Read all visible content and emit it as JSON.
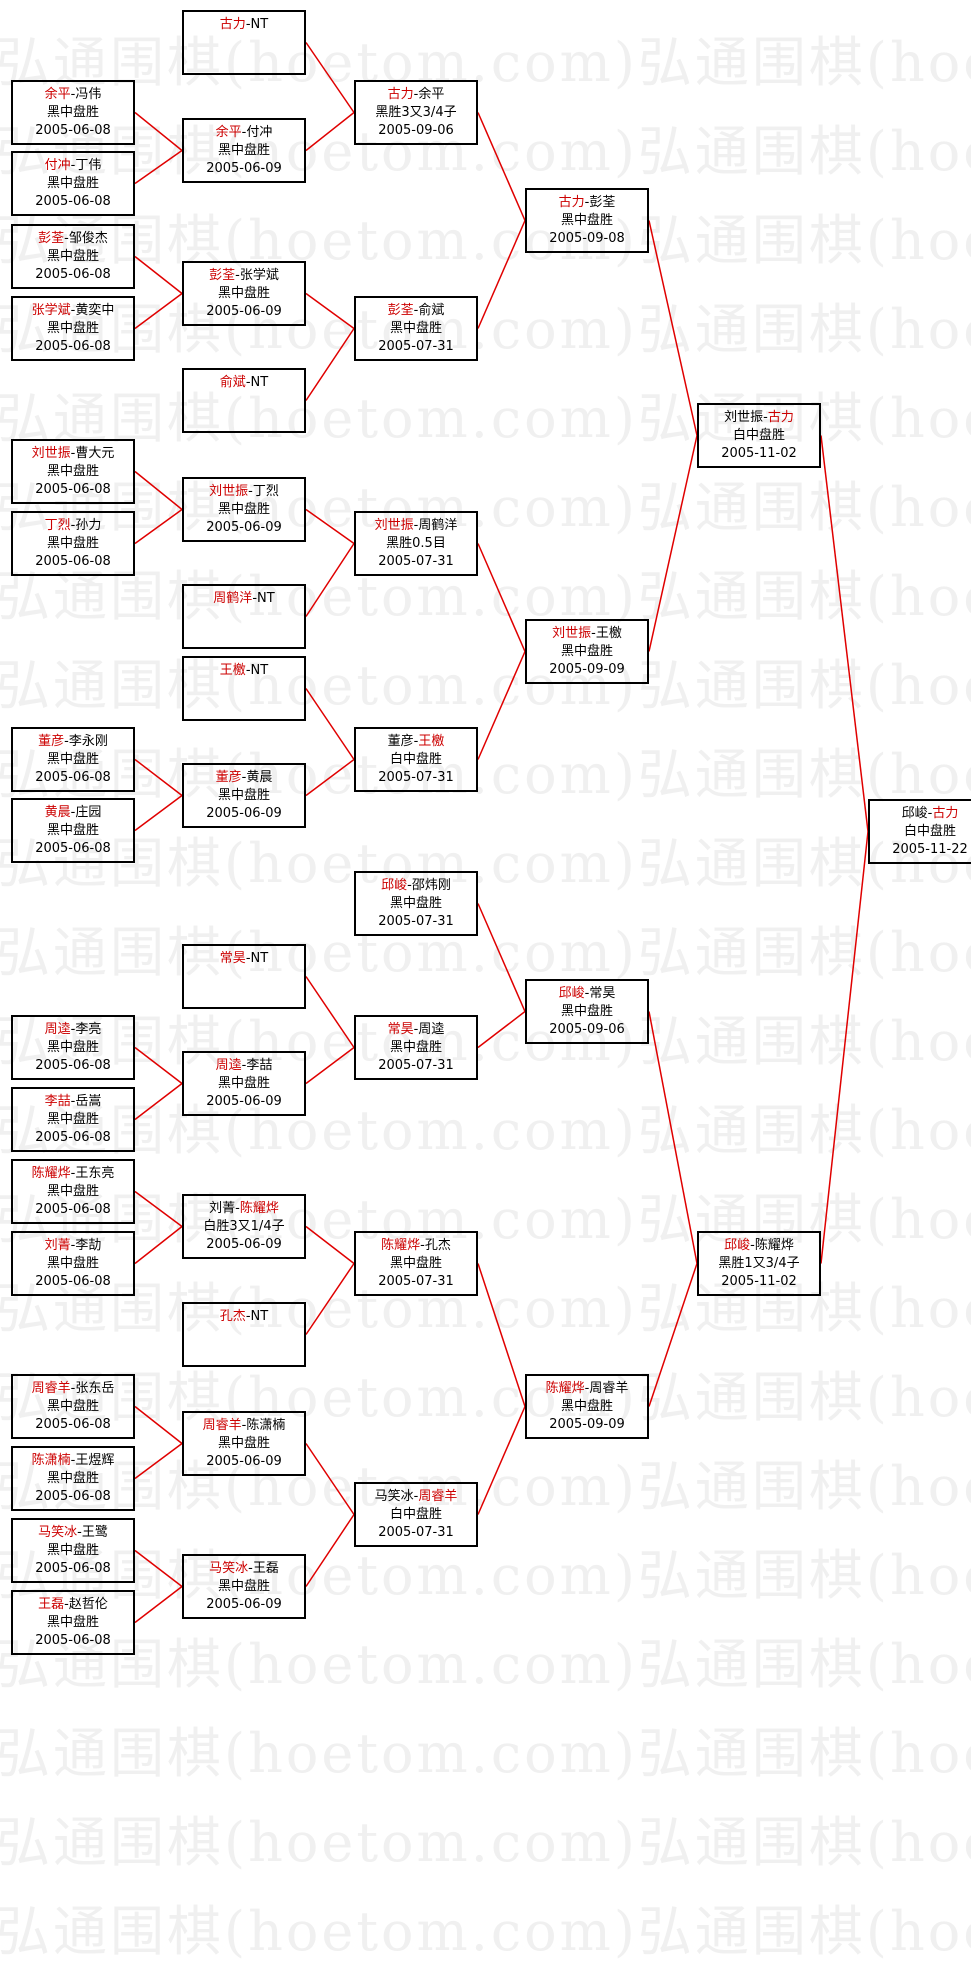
{
  "watermark": "弘通围棋(hoetom.com)",
  "colors": {
    "winner": "#cc0000",
    "line": "#e00000",
    "text": "#000000"
  },
  "matches": [
    {
      "id": "r0-1",
      "round": 0,
      "p1": "余平",
      "p2": "冯伟",
      "winner": 1,
      "result": "黑中盘胜",
      "date": "2005-06-08"
    },
    {
      "id": "r0-2",
      "round": 0,
      "p1": "付冲",
      "p2": "丁伟",
      "winner": 1,
      "result": "黑中盘胜",
      "date": "2005-06-08"
    },
    {
      "id": "r0-3",
      "round": 0,
      "p1": "彭荃",
      "p2": "邹俊杰",
      "winner": 1,
      "result": "黑中盘胜",
      "date": "2005-06-08"
    },
    {
      "id": "r0-4",
      "round": 0,
      "p1": "张学斌",
      "p2": "黄奕中",
      "winner": 1,
      "result": "黑中盘胜",
      "date": "2005-06-08"
    },
    {
      "id": "r0-5",
      "round": 0,
      "p1": "刘世振",
      "p2": "曹大元",
      "winner": 1,
      "result": "黑中盘胜",
      "date": "2005-06-08"
    },
    {
      "id": "r0-6",
      "round": 0,
      "p1": "丁烈",
      "p2": "孙力",
      "winner": 1,
      "result": "黑中盘胜",
      "date": "2005-06-08"
    },
    {
      "id": "r0-7",
      "round": 0,
      "p1": "董彦",
      "p2": "李永刚",
      "winner": 1,
      "result": "黑中盘胜",
      "date": "2005-06-08"
    },
    {
      "id": "r0-8",
      "round": 0,
      "p1": "黄晨",
      "p2": "庄园",
      "winner": 1,
      "result": "黑中盘胜",
      "date": "2005-06-08"
    },
    {
      "id": "r0-9",
      "round": 0,
      "p1": "周逵",
      "p2": "李亮",
      "winner": 1,
      "result": "黑中盘胜",
      "date": "2005-06-08"
    },
    {
      "id": "r0-10",
      "round": 0,
      "p1": "李喆",
      "p2": "岳嵩",
      "winner": 1,
      "result": "黑中盘胜",
      "date": "2005-06-08"
    },
    {
      "id": "r0-11",
      "round": 0,
      "p1": "陈耀烨",
      "p2": "王东亮",
      "winner": 1,
      "result": "黑中盘胜",
      "date": "2005-06-08"
    },
    {
      "id": "r0-12",
      "round": 0,
      "p1": "刘菁",
      "p2": "李劼",
      "winner": 1,
      "result": "黑中盘胜",
      "date": "2005-06-08"
    },
    {
      "id": "r0-13",
      "round": 0,
      "p1": "周睿羊",
      "p2": "张东岳",
      "winner": 1,
      "result": "黑中盘胜",
      "date": "2005-06-08"
    },
    {
      "id": "r0-14",
      "round": 0,
      "p1": "陈潇楠",
      "p2": "王煜辉",
      "winner": 1,
      "result": "黑中盘胜",
      "date": "2005-06-08"
    },
    {
      "id": "r0-15",
      "round": 0,
      "p1": "马笑冰",
      "p2": "王鹭",
      "winner": 1,
      "result": "黑中盘胜",
      "date": "2005-06-08"
    },
    {
      "id": "r0-16",
      "round": 0,
      "p1": "王磊",
      "p2": "赵哲伦",
      "winner": 1,
      "result": "黑中盘胜",
      "date": "2005-06-08"
    },
    {
      "id": "r1-1",
      "round": 1,
      "p1": "古力",
      "p2": "NT",
      "winner": 1,
      "result": "",
      "date": ""
    },
    {
      "id": "r1-2",
      "round": 1,
      "p1": "余平",
      "p2": "付冲",
      "winner": 1,
      "result": "黑中盘胜",
      "date": "2005-06-09"
    },
    {
      "id": "r1-3",
      "round": 1,
      "p1": "彭荃",
      "p2": "张学斌",
      "winner": 1,
      "result": "黑中盘胜",
      "date": "2005-06-09"
    },
    {
      "id": "r1-4",
      "round": 1,
      "p1": "俞斌",
      "p2": "NT",
      "winner": 1,
      "result": "",
      "date": ""
    },
    {
      "id": "r1-5",
      "round": 1,
      "p1": "刘世振",
      "p2": "丁烈",
      "winner": 1,
      "result": "黑中盘胜",
      "date": "2005-06-09"
    },
    {
      "id": "r1-6",
      "round": 1,
      "p1": "周鹤洋",
      "p2": "NT",
      "winner": 1,
      "result": "",
      "date": ""
    },
    {
      "id": "r1-7",
      "round": 1,
      "p1": "王檄",
      "p2": "NT",
      "winner": 1,
      "result": "",
      "date": ""
    },
    {
      "id": "r1-8",
      "round": 1,
      "p1": "董彦",
      "p2": "黄晨",
      "winner": 1,
      "result": "黑中盘胜",
      "date": "2005-06-09"
    },
    {
      "id": "r1-9",
      "round": 1,
      "p1": "常昊",
      "p2": "NT",
      "winner": 1,
      "result": "",
      "date": ""
    },
    {
      "id": "r1-10",
      "round": 1,
      "p1": "周逵",
      "p2": "李喆",
      "winner": 1,
      "result": "黑中盘胜",
      "date": "2005-06-09"
    },
    {
      "id": "r1-11",
      "round": 1,
      "p1": "刘菁",
      "p2": "陈耀烨",
      "winner": 2,
      "result": "白胜3又1/4子",
      "date": "2005-06-09"
    },
    {
      "id": "r1-12",
      "round": 1,
      "p1": "孔杰",
      "p2": "NT",
      "winner": 1,
      "result": "",
      "date": ""
    },
    {
      "id": "r1-13",
      "round": 1,
      "p1": "周睿羊",
      "p2": "陈潇楠",
      "winner": 1,
      "result": "黑中盘胜",
      "date": "2005-06-09"
    },
    {
      "id": "r1-14",
      "round": 1,
      "p1": "马笑冰",
      "p2": "王磊",
      "winner": 1,
      "result": "黑中盘胜",
      "date": "2005-06-09"
    },
    {
      "id": "r2-1",
      "round": 2,
      "p1": "古力",
      "p2": "余平",
      "winner": 1,
      "result": "黑胜3又3/4子",
      "date": "2005-09-06"
    },
    {
      "id": "r2-2",
      "round": 2,
      "p1": "彭荃",
      "p2": "俞斌",
      "winner": 1,
      "result": "黑中盘胜",
      "date": "2005-07-31"
    },
    {
      "id": "r2-3",
      "round": 2,
      "p1": "刘世振",
      "p2": "周鹤洋",
      "winner": 1,
      "result": "黑胜0.5目",
      "date": "2005-07-31"
    },
    {
      "id": "r2-4",
      "round": 2,
      "p1": "董彦",
      "p2": "王檄",
      "winner": 2,
      "result": "白中盘胜",
      "date": "2005-07-31"
    },
    {
      "id": "r2-5",
      "round": 2,
      "p1": "邱峻",
      "p2": "邵炜刚",
      "winner": 1,
      "result": "黑中盘胜",
      "date": "2005-07-31"
    },
    {
      "id": "r2-6",
      "round": 2,
      "p1": "常昊",
      "p2": "周逵",
      "winner": 1,
      "result": "黑中盘胜",
      "date": "2005-07-31"
    },
    {
      "id": "r2-7",
      "round": 2,
      "p1": "陈耀烨",
      "p2": "孔杰",
      "winner": 1,
      "result": "黑中盘胜",
      "date": "2005-07-31"
    },
    {
      "id": "r2-8",
      "round": 2,
      "p1": "马笑冰",
      "p2": "周睿羊",
      "winner": 2,
      "result": "白中盘胜",
      "date": "2005-07-31"
    },
    {
      "id": "r3-1",
      "round": 3,
      "p1": "古力",
      "p2": "彭荃",
      "winner": 1,
      "result": "黑中盘胜",
      "date": "2005-09-08"
    },
    {
      "id": "r3-2",
      "round": 3,
      "p1": "刘世振",
      "p2": "王檄",
      "winner": 1,
      "result": "黑中盘胜",
      "date": "2005-09-09"
    },
    {
      "id": "r3-3",
      "round": 3,
      "p1": "邱峻",
      "p2": "常昊",
      "winner": 1,
      "result": "黑中盘胜",
      "date": "2005-09-06"
    },
    {
      "id": "r3-4",
      "round": 3,
      "p1": "陈耀烨",
      "p2": "周睿羊",
      "winner": 1,
      "result": "黑中盘胜",
      "date": "2005-09-09"
    },
    {
      "id": "r4-1",
      "round": 4,
      "p1": "刘世振",
      "p2": "古力",
      "winner": 2,
      "result": "白中盘胜",
      "date": "2005-11-02"
    },
    {
      "id": "r4-2",
      "round": 4,
      "p1": "邱峻",
      "p2": "陈耀烨",
      "winner": 1,
      "result": "黑胜1又3/4子",
      "date": "2005-11-02"
    },
    {
      "id": "r5-1",
      "round": 5,
      "p1": "邱峻",
      "p2": "古力",
      "winner": 2,
      "result": "白中盘胜",
      "date": "2005-11-22"
    }
  ],
  "connections": [
    [
      "r0-1",
      "r1-2"
    ],
    [
      "r0-2",
      "r1-2"
    ],
    [
      "r0-3",
      "r1-3"
    ],
    [
      "r0-4",
      "r1-3"
    ],
    [
      "r0-5",
      "r1-5"
    ],
    [
      "r0-6",
      "r1-5"
    ],
    [
      "r0-7",
      "r1-8"
    ],
    [
      "r0-8",
      "r1-8"
    ],
    [
      "r0-9",
      "r1-10"
    ],
    [
      "r0-10",
      "r1-10"
    ],
    [
      "r0-11",
      "r1-11"
    ],
    [
      "r0-12",
      "r1-11"
    ],
    [
      "r0-13",
      "r1-13"
    ],
    [
      "r0-14",
      "r1-13"
    ],
    [
      "r0-15",
      "r1-14"
    ],
    [
      "r0-16",
      "r1-14"
    ],
    [
      "r1-1",
      "r2-1"
    ],
    [
      "r1-2",
      "r2-1"
    ],
    [
      "r1-3",
      "r2-2"
    ],
    [
      "r1-4",
      "r2-2"
    ],
    [
      "r1-5",
      "r2-3"
    ],
    [
      "r1-6",
      "r2-3"
    ],
    [
      "r1-7",
      "r2-4"
    ],
    [
      "r1-8",
      "r2-4"
    ],
    [
      "r1-9",
      "r2-6"
    ],
    [
      "r1-10",
      "r2-6"
    ],
    [
      "r1-11",
      "r2-7"
    ],
    [
      "r1-12",
      "r2-7"
    ],
    [
      "r1-13",
      "r2-8"
    ],
    [
      "r1-14",
      "r2-8"
    ],
    [
      "r2-1",
      "r3-1"
    ],
    [
      "r2-2",
      "r3-1"
    ],
    [
      "r2-3",
      "r3-2"
    ],
    [
      "r2-4",
      "r3-2"
    ],
    [
      "r2-5",
      "r3-3"
    ],
    [
      "r2-6",
      "r3-3"
    ],
    [
      "r2-7",
      "r3-4"
    ],
    [
      "r2-8",
      "r3-4"
    ],
    [
      "r3-1",
      "r4-1"
    ],
    [
      "r3-2",
      "r4-1"
    ],
    [
      "r3-3",
      "r4-2"
    ],
    [
      "r3-4",
      "r4-2"
    ],
    [
      "r4-1",
      "r5-1"
    ],
    [
      "r4-2",
      "r5-1"
    ]
  ]
}
